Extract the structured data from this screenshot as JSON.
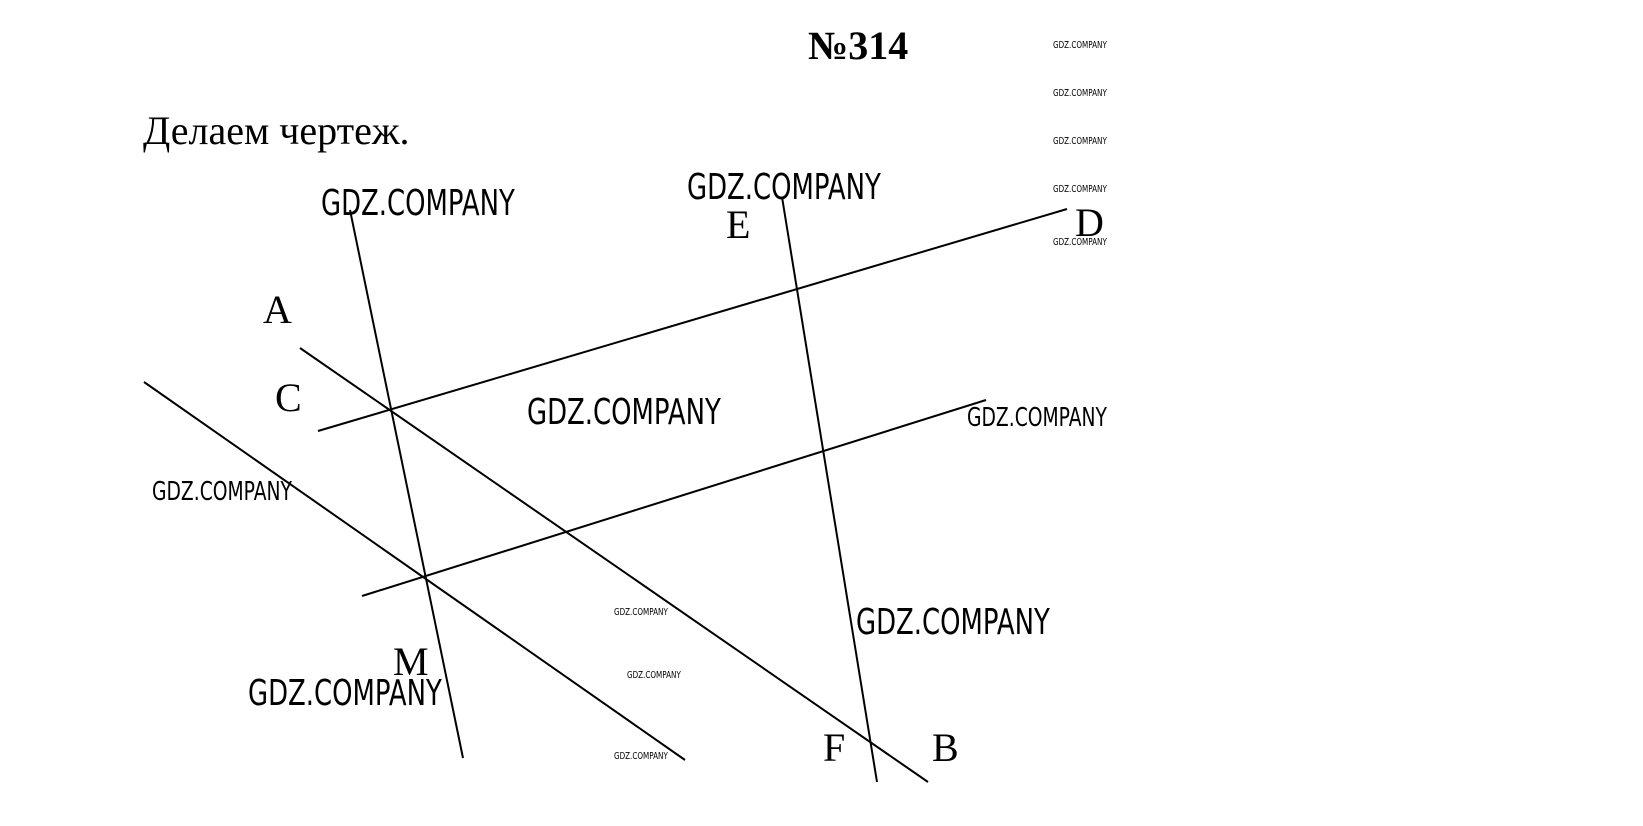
{
  "problem": {
    "number": "№314",
    "text": "Делаем чертеж."
  },
  "points": {
    "A": "A",
    "B": "B",
    "C": "C",
    "D": "D",
    "E": "E",
    "F": "F",
    "M": "M"
  },
  "watermark": "GDZ.COMPANY",
  "colors": {
    "ink": "#000000",
    "background": "#ffffff"
  }
}
